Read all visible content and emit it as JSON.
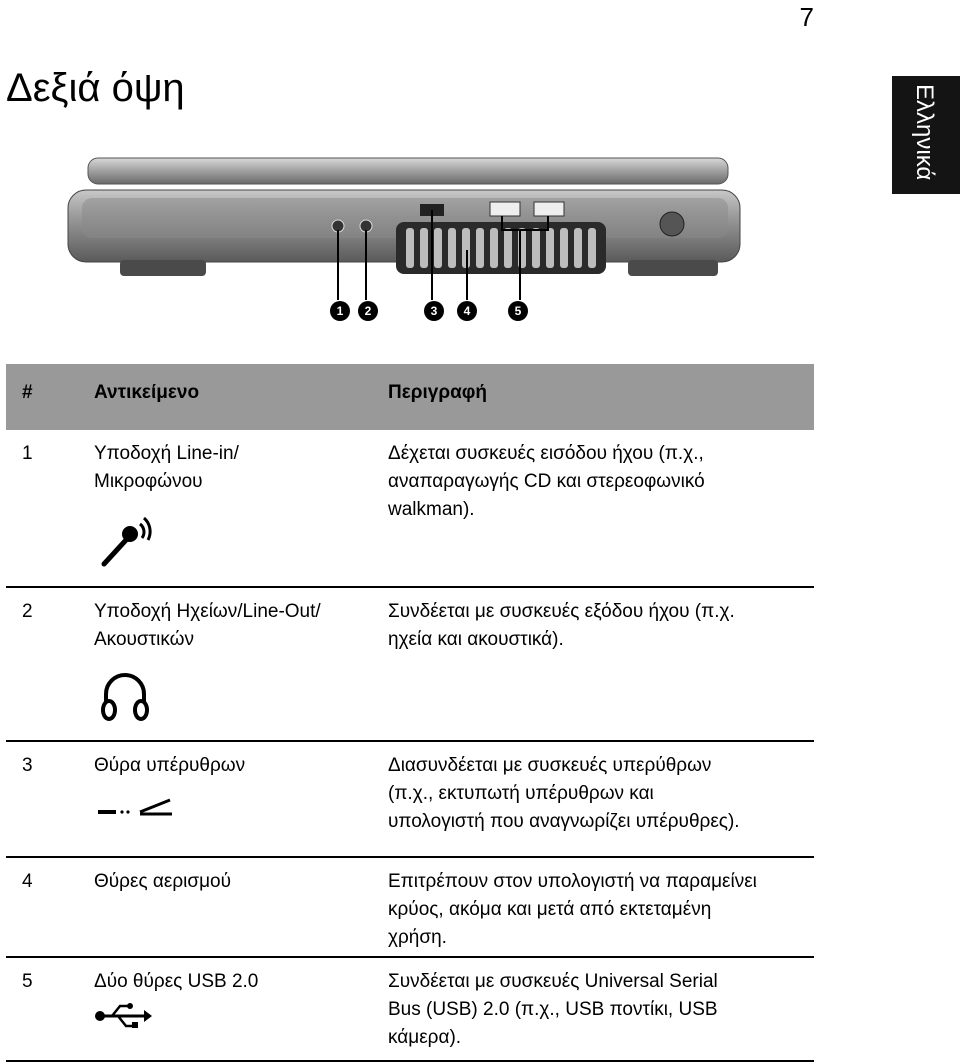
{
  "page_number": "7",
  "language_tab": "Ελληνικά",
  "title": "Δεξιά όψη",
  "callouts": [
    "1",
    "2",
    "3",
    "4",
    "5"
  ],
  "table": {
    "headers": {
      "num": "#",
      "item": "Αντικείμενο",
      "desc": "Περιγραφή"
    },
    "rows": [
      {
        "num": "1",
        "item": "Υποδοχή Line-in/\nΜικροφώνου",
        "icon": "microphone-icon",
        "desc": "Δέχεται συσκευές εισόδου ήχου (π.χ.,\nαναπαραγωγής CD και στερεοφωνικό\nwalkman)."
      },
      {
        "num": "2",
        "item": "Υποδοχή Ηχείων/Line-Out/\nΑκουστικών",
        "icon": "headphones-icon",
        "desc": "Συνδέεται με συσκευές εξόδου ήχου (π.χ.\nηχεία και ακουστικά)."
      },
      {
        "num": "3",
        "item": "Θύρα υπέρυθρων",
        "icon": "infrared-icon",
        "desc": "Διασυνδέεται με συσκευές υπερύθρων\n(π.χ., εκτυπωτή υπέρυθρων και\nυπολογιστή που αναγνωρίζει υπέρυθρες)."
      },
      {
        "num": "4",
        "item": "Θύρες αερισμού",
        "icon": "",
        "desc": "Επιτρέπουν στον υπολογιστή να παραμείνει\nκρύος, ακόμα και μετά από εκτεταμένη\nχρήση."
      },
      {
        "num": "5",
        "item": "Δύο θύρες USB 2.0",
        "icon": "usb-icon",
        "desc": "Συνδέεται με συσκευές Universal Serial\nBus (USB) 2.0 (π.χ., USB ποντίκι, USB\nκάμερα)."
      }
    ]
  }
}
